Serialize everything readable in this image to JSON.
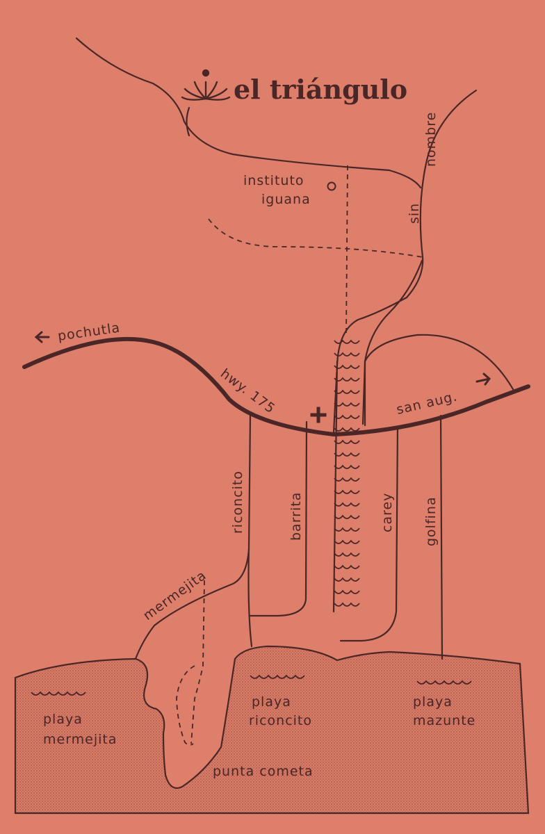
{
  "title": "el triángulo",
  "colors": {
    "background": "#dd7f6a",
    "ink": "#4a2626",
    "shore": "#d97a66"
  },
  "icons": {
    "logo": "agave-icon",
    "highway_west_arrow": "arrow-left-icon",
    "highway_east_arrow": "arrow-right-icon",
    "landmark": "circle-icon",
    "clinic": "cross-icon"
  },
  "landmarks": {
    "instituto_line1": "instituto",
    "instituto_line2": "iguana"
  },
  "roads": {
    "sin_nombre_1": "sin",
    "sin_nombre_2": "nombre",
    "pochutla": "pochutla",
    "hwy": "hwy. 175",
    "san_aug": "san aug.",
    "riconcito": "riconcito",
    "barrita": "barrita",
    "carey": "carey",
    "golfina": "golfina",
    "mermejita": "mermejita"
  },
  "beaches": {
    "mermejita_1": "playa",
    "mermejita_2": "mermejita",
    "riconcito_1": "playa",
    "riconcito_2": "riconcito",
    "mazunte_1": "playa",
    "mazunte_2": "mazunte",
    "punta_cometa": "punta cometa"
  }
}
